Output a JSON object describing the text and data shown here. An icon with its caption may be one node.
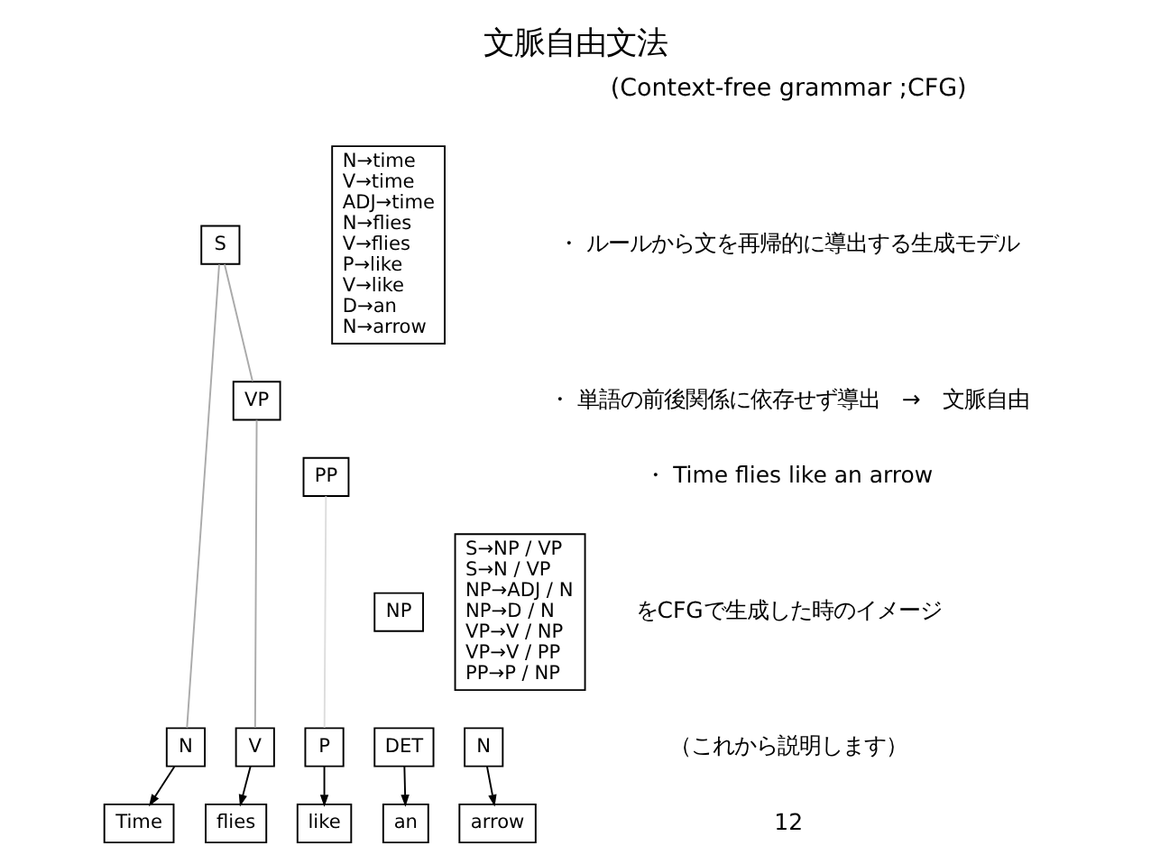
{
  "diagram": {
    "title": "文脈自由文法",
    "nodes": [
      {
        "text": [
          "S"
        ]
      },
      {
        "text": [
          "VP"
        ]
      },
      {
        "text": [
          "PP"
        ]
      },
      {
        "text": [
          "NP"
        ]
      },
      {
        "text": [
          "N"
        ]
      },
      {
        "text": [
          "V"
        ]
      },
      {
        "text": [
          "P"
        ]
      },
      {
        "text": [
          "DET"
        ]
      },
      {
        "text": [
          "N"
        ]
      },
      {
        "text": [
          "Time"
        ]
      },
      {
        "text": [
          "flies"
        ]
      },
      {
        "text": [
          "like"
        ]
      },
      {
        "text": [
          "an"
        ]
      },
      {
        "text": [
          "arrow"
        ]
      },
      {
        "text": [
          "N→time",
          "V→time",
          "ADJ→time",
          "N→flies",
          "V→flies",
          "P→like",
          "V→like",
          "D→an",
          "N→arrow"
        ]
      },
      {
        "text": [
          "S→NP / VP",
          "S→N / VP",
          "NP→ADJ / N",
          "NP→D / N",
          "VP→V / NP",
          "VP→V / PP",
          "PP→P / NP"
        ]
      }
    ],
    "edges": [
      {
        "from": 0,
        "to": 4,
        "arrow": "none",
        "color": "#aaaaaa"
      },
      {
        "from": 0,
        "to": 1,
        "arrow": "none",
        "color": "#aaaaaa"
      },
      {
        "from": 1,
        "to": 5,
        "arrow": "none",
        "color": "#aaaaaa"
      },
      {
        "from": 2,
        "to": 6,
        "arrow": "none",
        "color": "#dddddd"
      },
      {
        "from": 4,
        "to": 9,
        "arrow": "to"
      },
      {
        "from": 5,
        "to": 10,
        "arrow": "to"
      },
      {
        "from": 6,
        "to": 11,
        "arrow": "to"
      },
      {
        "from": 7,
        "to": 12,
        "arrow": "to"
      },
      {
        "from": 8,
        "to": 13,
        "arrow": "to"
      }
    ],
    "labels": [
      "(Context-free grammar ;CFG)",
      "・ ルールから文を再帰的に導出する生成モデル",
      "・ 単語の前後関係に依存せず導出　→　文脈自由",
      "・ Time flies like an arrow",
      "をCFGで生成した時のイメージ",
      "（これから説明します）",
      "12"
    ]
  }
}
